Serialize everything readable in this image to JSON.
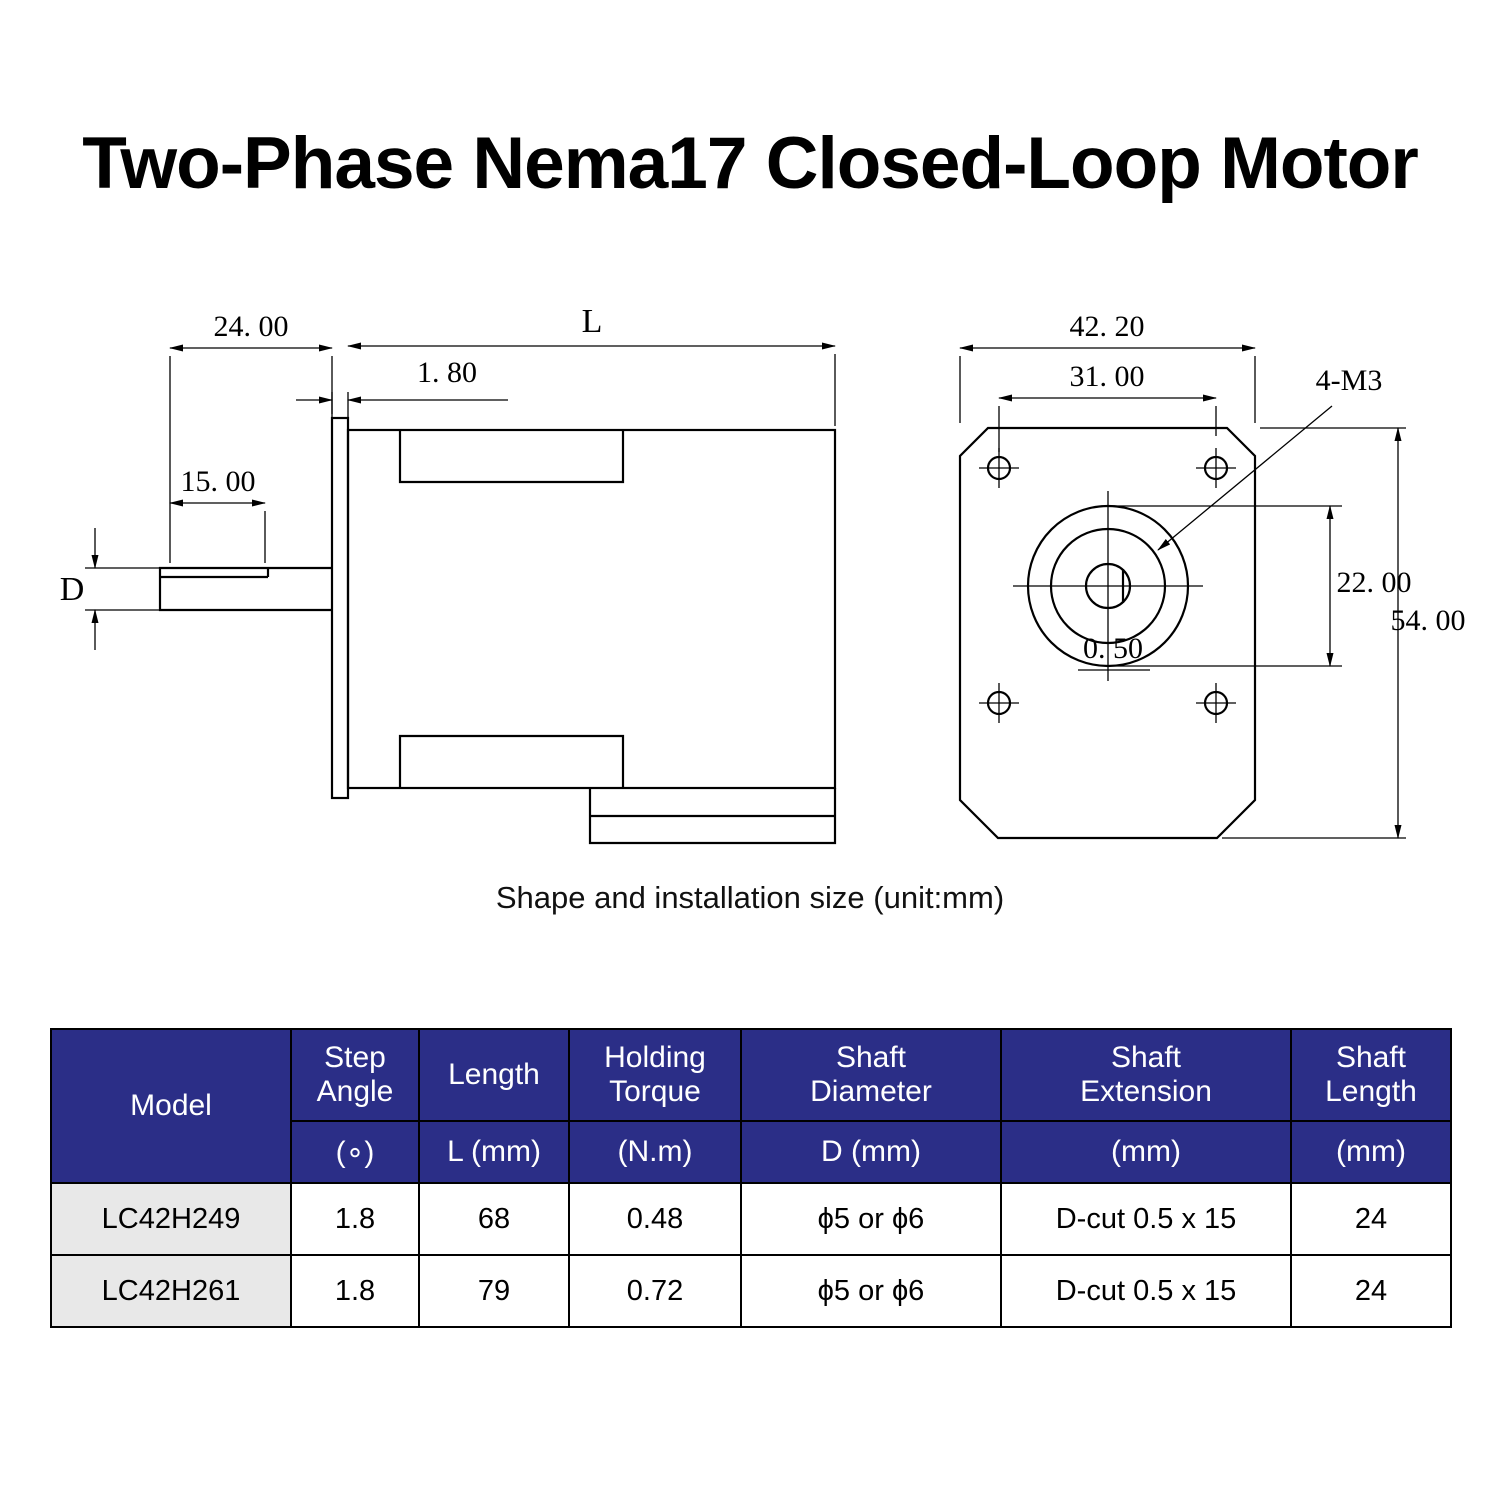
{
  "title": "Two-Phase Nema17 Closed-Loop Motor",
  "caption": "Shape and installation size (unit:mm)",
  "drawing": {
    "labels": {
      "d24": "24. 00",
      "dL": "L",
      "d180": "1. 80",
      "d15": "15. 00",
      "dD": "D",
      "d4220": "42. 20",
      "d3100": "31. 00",
      "d4m3": "4-M3",
      "d2200": "22. 00",
      "d5400": "54. 00",
      "d050": "0. 50"
    }
  },
  "table": {
    "model_header": "Model",
    "columns": [
      {
        "label": "Step\nAngle",
        "unit": "(∘)"
      },
      {
        "label": "Length",
        "unit": "L (mm)"
      },
      {
        "label": "Holding\nTorque",
        "unit": "(N.m)"
      },
      {
        "label": "Shaft\nDiameter",
        "unit": "D (mm)"
      },
      {
        "label": "Shaft\nExtension",
        "unit": "(mm)"
      },
      {
        "label": "Shaft\nLength",
        "unit": "(mm)"
      }
    ],
    "rows": [
      {
        "model": "LC42H249",
        "step_angle": "1.8",
        "length": "68",
        "torque": "0.48",
        "shaft_diameter": "ϕ5 or ϕ6",
        "shaft_extension": "D-cut 0.5 x 15",
        "shaft_length": "24"
      },
      {
        "model": "LC42H261",
        "step_angle": "1.8",
        "length": "79",
        "torque": "0.72",
        "shaft_diameter": "ϕ5 or ϕ6",
        "shaft_extension": "D-cut 0.5 x 15",
        "shaft_length": "24"
      }
    ]
  },
  "colors": {
    "header_bg": "#2B2E87",
    "model_cell_bg": "#E8E8E8",
    "line": "#000000"
  }
}
